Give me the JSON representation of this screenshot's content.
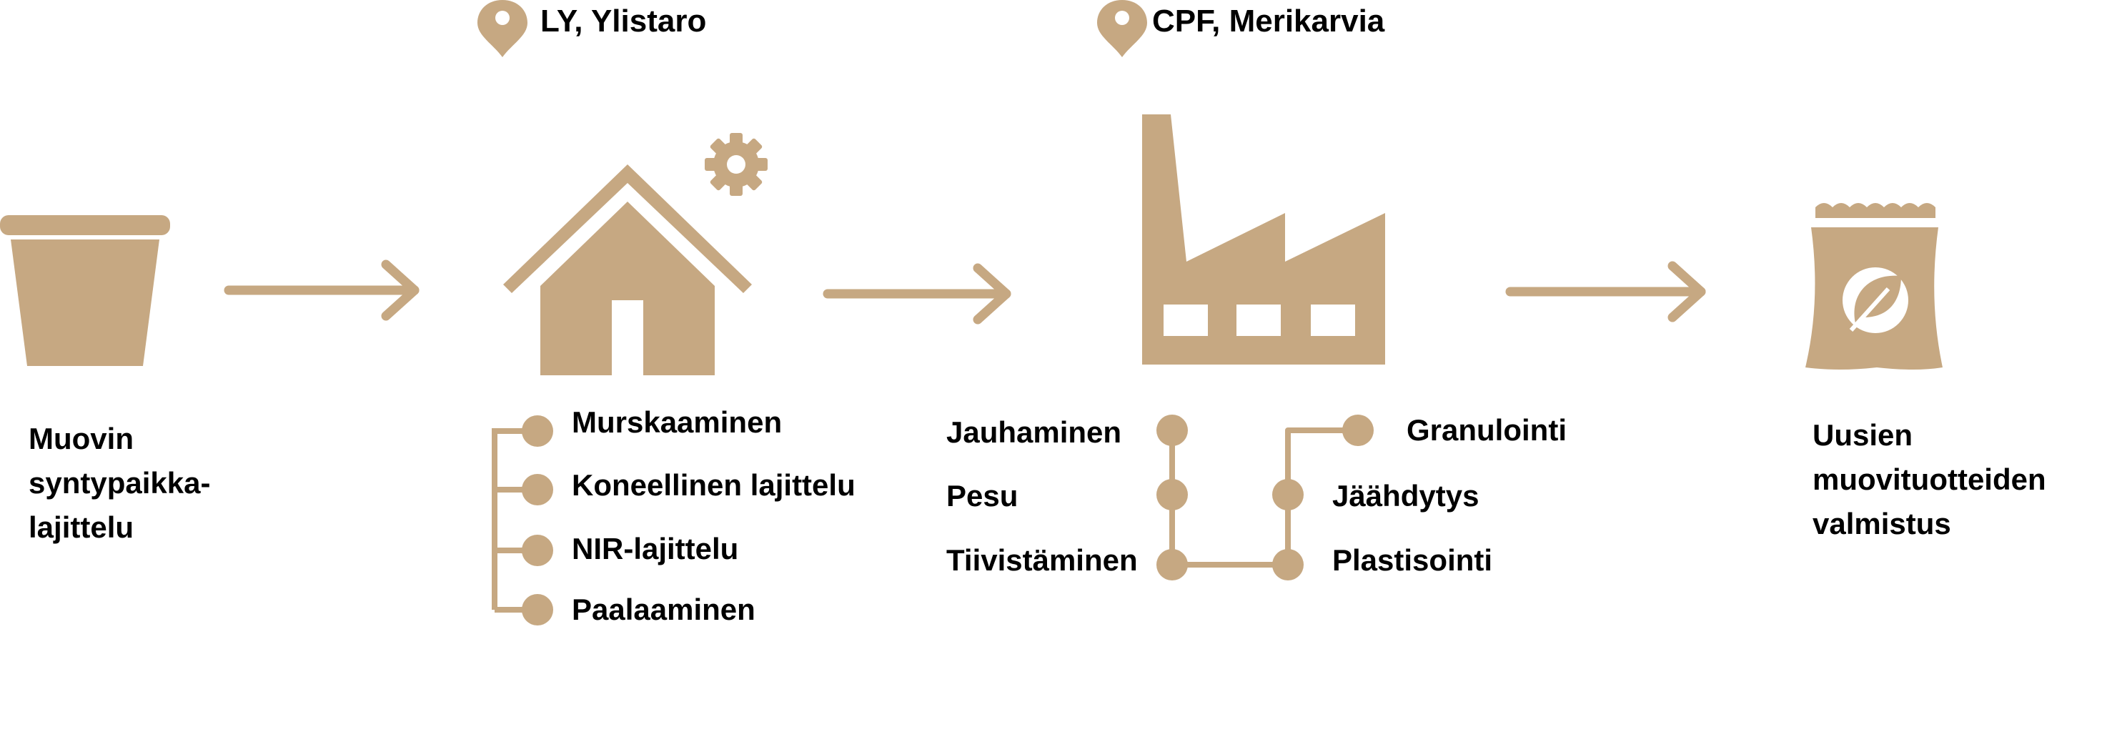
{
  "theme": {
    "accent": "#c6a882",
    "text": "#000000",
    "background": "#ffffff"
  },
  "icons": {
    "bin": "recycle-bin-icon",
    "house": "house-with-gear-icon",
    "factory": "factory-icon",
    "bag": "leaf-bag-icon",
    "location": "location-pin-icon"
  },
  "locations": {
    "ly": "LY, Ylistaro",
    "cpf": "CPF, Merikarvia"
  },
  "stages": {
    "source": {
      "line1": "Muovin",
      "line2": "syntypaikka-",
      "line3": "lajittelu"
    },
    "product": {
      "line1": "Uusien",
      "line2": "muovituotteiden",
      "line3": "valmistus"
    }
  },
  "ly_steps": [
    "Murskaaminen",
    "Koneellinen lajittelu",
    "NIR-lajittelu",
    "Paalaaminen"
  ],
  "cpf_steps": {
    "left": [
      "Jauhaminen",
      "Pesu",
      "Tiivistäminen"
    ],
    "right": [
      "Granulointi",
      "Jäähdytys",
      "Plastisointi"
    ]
  }
}
